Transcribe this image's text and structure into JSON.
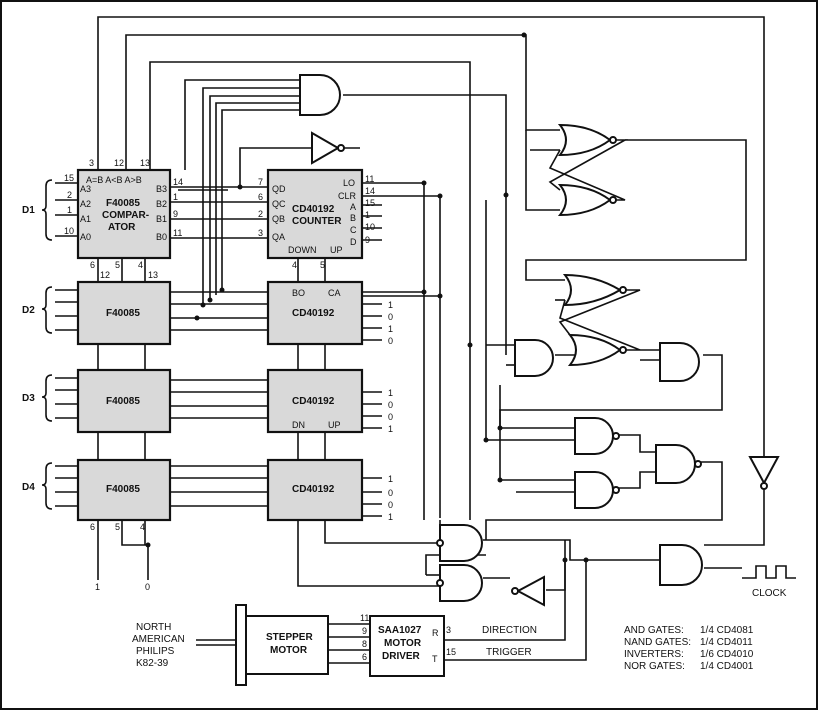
{
  "comparator": {
    "part": "F40085",
    "word": "COMPAR-",
    "word2": "ATOR",
    "top": "A=B  A<B  A>B",
    "a_in": [
      "A3",
      "A2",
      "A1",
      "A0"
    ],
    "b_in": [
      "B3",
      "B2",
      "B1",
      "B0"
    ],
    "pins_left": [
      "15",
      "2",
      "1",
      "10"
    ],
    "pins_right": [
      "14",
      "1",
      "9",
      "11"
    ],
    "pins_top": [
      "3",
      "12",
      "13"
    ],
    "pins_bottom": [
      "6",
      "5",
      "4",
      "12",
      "13"
    ]
  },
  "counter": {
    "part": "CD40192",
    "word": "COUNTER",
    "q_out": [
      "QD",
      "QC",
      "QB",
      "QA"
    ],
    "pins_left": [
      "7",
      "6",
      "2",
      "3"
    ],
    "right": [
      "LO",
      "CLR",
      "A",
      "B",
      "C",
      "D"
    ],
    "pins_right": [
      "11",
      "14",
      "15",
      "1",
      "10",
      "9"
    ],
    "down": "DOWN",
    "up": "UP",
    "pins_bottom": [
      "4",
      "5"
    ]
  },
  "stages": [
    {
      "label": "D1"
    },
    {
      "label": "D2",
      "comparator": "F40085",
      "counter": "CD40192",
      "bl": "BO",
      "br": "CA",
      "bits": [
        "1",
        "0",
        "1",
        "0"
      ]
    },
    {
      "label": "D3",
      "comparator": "F40085",
      "counter": "CD40192",
      "bl": "",
      "br": "",
      "bits": [
        "1",
        "0",
        "0",
        "1"
      ]
    },
    {
      "label": "D4",
      "comparator": "F40085",
      "counter": "CD40192",
      "bl": "DN",
      "br": "UP",
      "bits": [
        "1",
        "0",
        "0",
        "1"
      ]
    }
  ],
  "bottom_pins": {
    "p6": "6",
    "p5": "5",
    "p4": "4",
    "v1": "1",
    "v0": "0"
  },
  "motor": {
    "maker1": "NORTH",
    "maker2": "AMERICAN",
    "maker3": "PHILIPS",
    "model": "K82-39",
    "label1": "STEPPER",
    "label2": "MOTOR",
    "pins": [
      "11",
      "9",
      "8",
      "6"
    ]
  },
  "driver": {
    "label1": "SAA1027",
    "label2": "MOTOR",
    "label3": "DRIVER",
    "r": "R",
    "t": "T",
    "p3": "3",
    "p15": "15"
  },
  "signals": {
    "direction": "DIRECTION",
    "trigger": "TRIGGER",
    "clock": "CLOCK"
  },
  "legend": [
    {
      "name": "AND GATES:",
      "part": "1/4 CD4081"
    },
    {
      "name": "NAND GATES:",
      "part": "1/4 CD4011"
    },
    {
      "name": "INVERTERS:",
      "part": "1/6 CD4010"
    },
    {
      "name": "NOR GATES:",
      "part": "1/4 CD4001"
    }
  ]
}
